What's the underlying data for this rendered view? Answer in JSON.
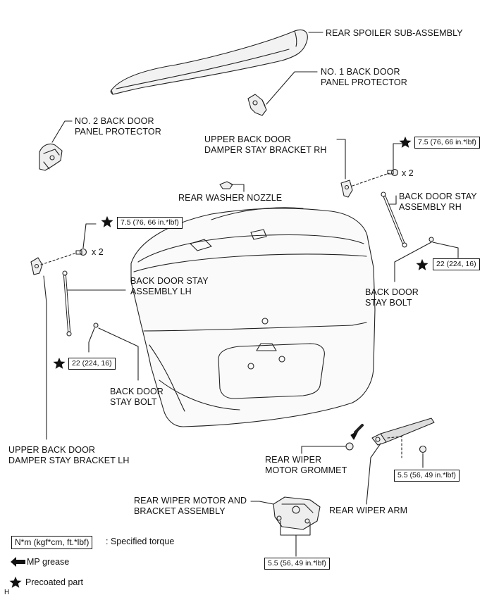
{
  "labels": {
    "rear_spoiler": "REAR SPOILER SUB-ASSEMBLY",
    "no1_protector": [
      "NO. 1 BACK DOOR",
      "PANEL PROTECTOR"
    ],
    "no2_protector": [
      "NO. 2 BACK DOOR",
      "PANEL PROTECTOR"
    ],
    "upper_bracket_rh": [
      "UPPER BACK DOOR",
      "DAMPER STAY BRACKET RH"
    ],
    "washer_nozzle": "REAR WASHER NOZZLE",
    "stay_rh": [
      "BACK DOOR STAY",
      "ASSEMBLY RH"
    ],
    "stay_lh": [
      "BACK DOOR STAY",
      "ASSEMBLY LH"
    ],
    "stay_bolt_rh": [
      "BACK DOOR",
      "STAY BOLT"
    ],
    "stay_bolt_lh": [
      "BACK DOOR",
      "STAY BOLT"
    ],
    "upper_bracket_lh": [
      "UPPER BACK DOOR",
      "DAMPER STAY BRACKET LH"
    ],
    "wiper_grommet": [
      "REAR WIPER",
      "MOTOR GROMMET"
    ],
    "wiper_motor": [
      "REAR WIPER MOTOR AND",
      "BRACKET ASSEMBLY"
    ],
    "wiper_arm": "REAR WIPER ARM"
  },
  "torque": {
    "bracket_rh": "7.5 (76, 66 in.*lbf)",
    "bracket_lh": "7.5 (76, 66 in.*lbf)",
    "stay_bolt_rh": "22 (224, 16)",
    "stay_bolt_lh": "22 (224, 16)",
    "wiper_arm": "5.5 (56, 49 in.*lbf)",
    "wiper_motor": "5.5 (56, 49 in.*lbf)"
  },
  "quantity": {
    "rh": "x 2",
    "lh": "x 2"
  },
  "legend": {
    "torque_box": "N*m (kgf*cm, ft.*lbf)",
    "torque_desc": ": Specified torque",
    "grease": "MP grease",
    "precoated": "Precoated part"
  },
  "corner_mark": "H"
}
